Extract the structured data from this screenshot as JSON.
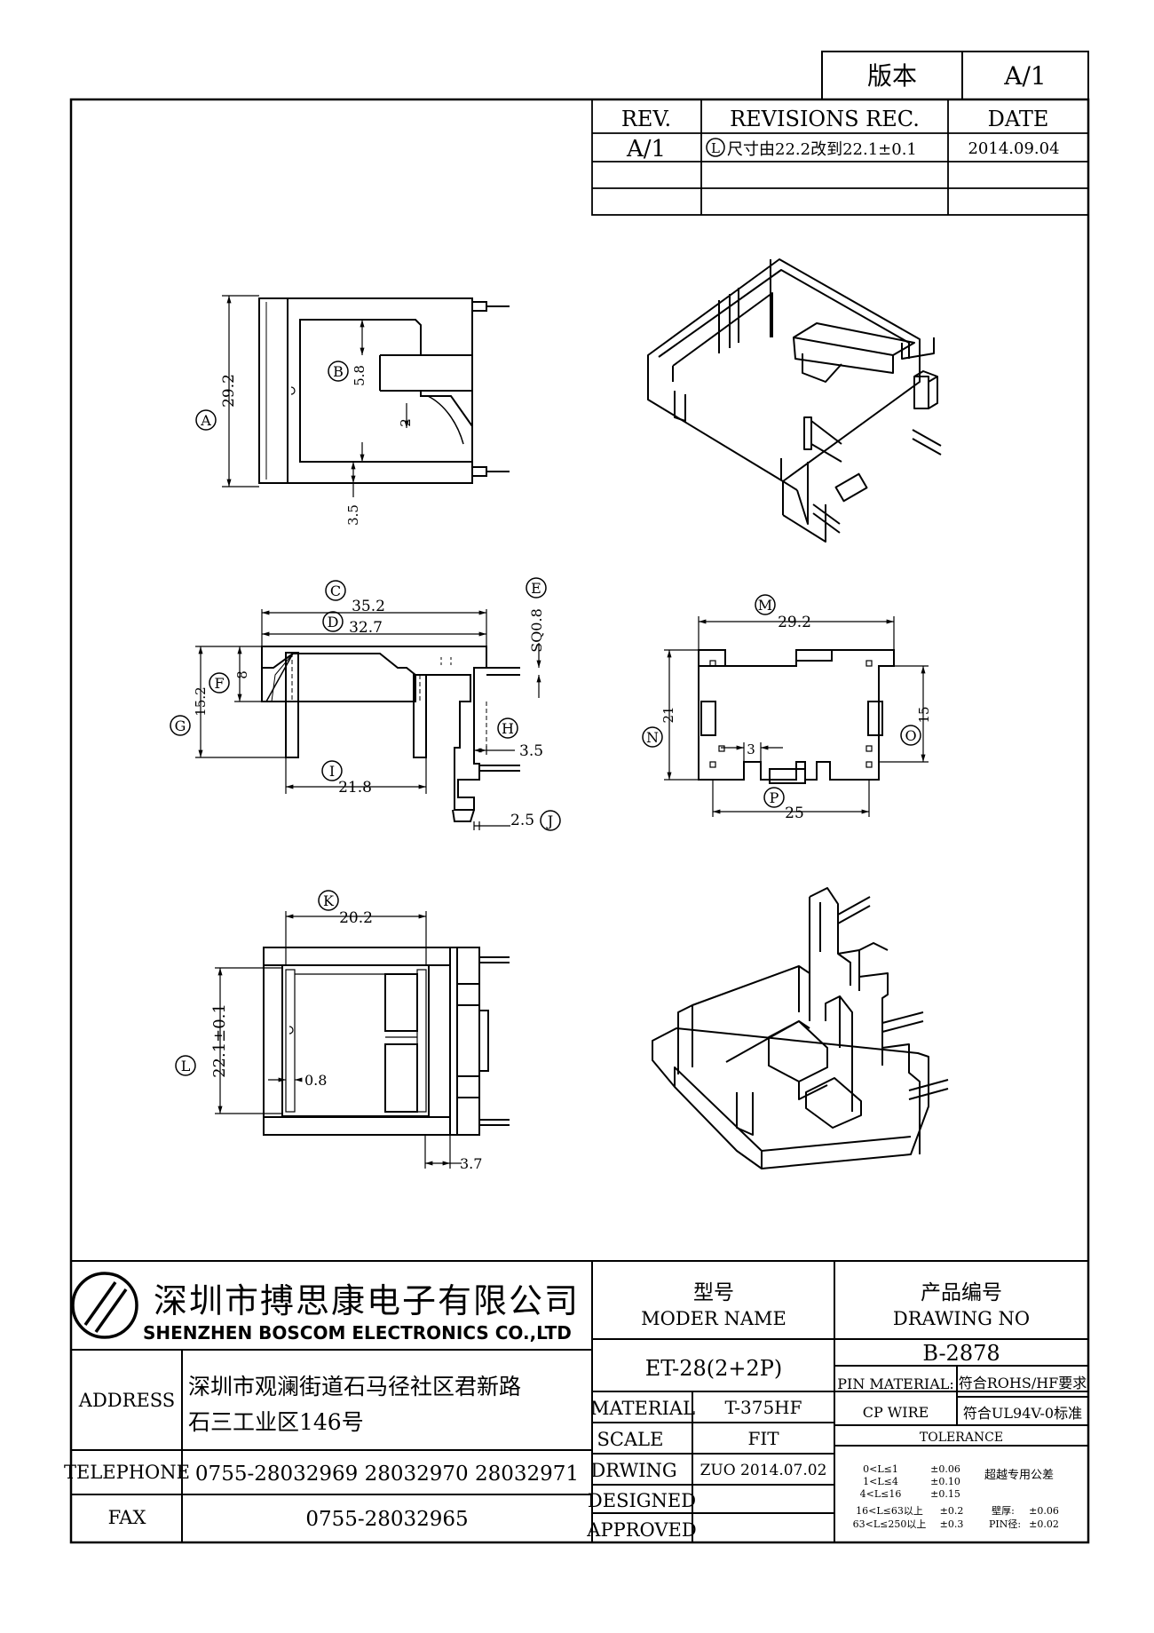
{
  "version_box": {
    "label": "版本",
    "value": "A/1"
  },
  "revision_table": {
    "headers": [
      "REV.",
      "REVISIONS REC.",
      "DATE"
    ],
    "rows": [
      {
        "rev": "A/1",
        "marker": "L",
        "rec": "尺寸由22.2改到22.1±0.1",
        "date": "2014.09.04"
      }
    ]
  },
  "dimensions": {
    "A": {
      "letter": "A",
      "value": "29.2"
    },
    "B": {
      "letter": "B",
      "value": "5.8"
    },
    "b2": {
      "value": "2"
    },
    "b35": {
      "value": "3.5"
    },
    "C": {
      "letter": "C",
      "value": "35.2"
    },
    "D": {
      "letter": "D",
      "value": "32.7"
    },
    "E": {
      "letter": "E",
      "value": "SQ0.8"
    },
    "F": {
      "letter": "F",
      "value": "8"
    },
    "G": {
      "letter": "G",
      "value": "15.2"
    },
    "H": {
      "letter": "H",
      "value": "3.5"
    },
    "I": {
      "letter": "I",
      "value": "21.8"
    },
    "J": {
      "letter": "J",
      "value": "2.5"
    },
    "M": {
      "letter": "M",
      "value": "29.2"
    },
    "N": {
      "letter": "N",
      "value": "21"
    },
    "O": {
      "letter": "O",
      "value": "15"
    },
    "P": {
      "letter": "P",
      "value": "25"
    },
    "p3": {
      "value": "3"
    },
    "K": {
      "letter": "K",
      "value": "20.2"
    },
    "L": {
      "letter": "L",
      "value": "22.1±0.1"
    },
    "l08": {
      "value": "0.8"
    },
    "l37": {
      "value": "3.7"
    }
  },
  "company": {
    "name_cn": "深圳市搏思康电子有限公司",
    "name_en": "SHENZHEN BOSCOM ELECTRONICS CO.,LTD"
  },
  "title_block": {
    "address_label": "ADDRESS",
    "address_line1": "深圳市观澜街道石马径社区君新路",
    "address_line2": "石三工业区146号",
    "telephone_label": "TELEPHONE",
    "telephone": "0755-28032969 28032970 28032971",
    "fax_label": "FAX",
    "fax": "0755-28032965",
    "model_label_cn": "型号",
    "model_label_en": "MODER NAME",
    "model": "ET-28(2+2P)",
    "drawing_label_cn": "产品编号",
    "drawing_label_en": "DRAWING NO",
    "drawing_no": "B-2878",
    "material_label": "MATERIAL",
    "material": "T-375HF",
    "scale_label": "SCALE",
    "scale": "FIT",
    "drwing_label": "DRWING",
    "drwing": "ZUO 2014.07.02",
    "designed_label": "DESIGNED",
    "approved_label": "APPROVED",
    "pin_material_label": "PIN MATERIAL:",
    "pin_material": "CP WIRE",
    "rohs": "符合ROHS/HF要求",
    "ul": "符合UL94V-0标准",
    "tolerance_label": "TOLERANCE",
    "tolerance_rows": [
      {
        "range": "0<L≤1",
        "tol": "±0.06"
      },
      {
        "range": "1<L≤4",
        "tol": "±0.10"
      },
      {
        "range": "4<L≤16",
        "tol": "±0.15"
      },
      {
        "range": "16<L≤63以上",
        "tol": "±0.2"
      },
      {
        "range": "63<L≤250以上",
        "tol": "±0.3"
      }
    ],
    "extra_tolerance": "超越专用公差",
    "wall_label": "壁厚:",
    "wall_tol": "±0.06",
    "pin_label": "PIN径:",
    "pin_tol": "±0.02"
  }
}
